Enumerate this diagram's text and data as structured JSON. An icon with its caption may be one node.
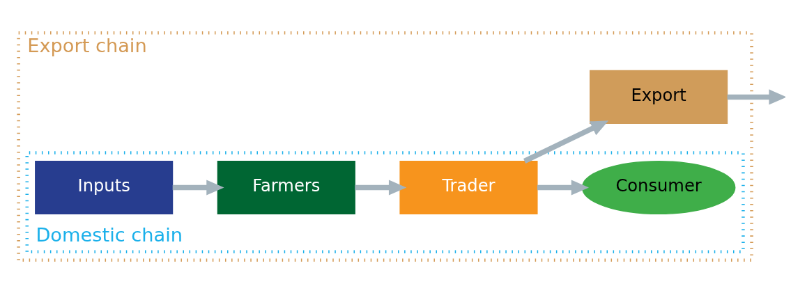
{
  "diagram": {
    "nodes": [
      {
        "text": [
          "Export chain"
        ]
      },
      {
        "text": [
          "Domestic chain"
        ],
        "in": 0
      },
      {
        "text": [
          "Inputs"
        ],
        "in": 1
      },
      {
        "text": [
          "Farmers"
        ],
        "in": 1
      },
      {
        "text": [
          "Trader"
        ],
        "in": 1
      },
      {
        "text": [
          "Consumer"
        ],
        "in": 1
      },
      {
        "text": [
          "Export"
        ],
        "in": 0
      }
    ],
    "edges": [
      {
        "from": 2,
        "to": 3,
        "arrow": "to"
      },
      {
        "from": 3,
        "to": 4,
        "arrow": "to"
      },
      {
        "from": 4,
        "to": 5,
        "arrow": "to"
      },
      {
        "from": 4,
        "to": 6,
        "arrow": "to"
      },
      {
        "from": 6,
        "to": null,
        "arrow": "to"
      }
    ]
  }
}
